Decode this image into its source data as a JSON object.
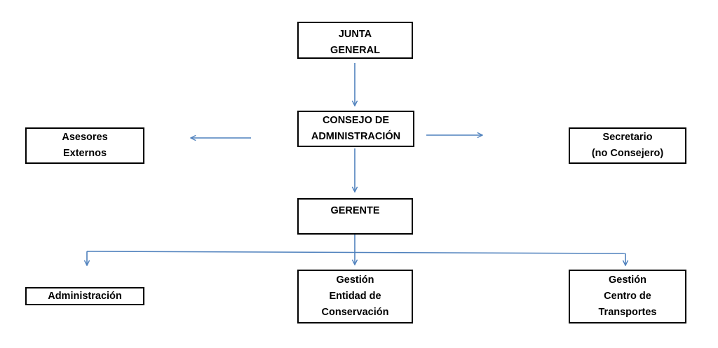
{
  "diagram": {
    "colors": {
      "arrow": "#4f81bd",
      "box_border": "#000000",
      "text": "#000000",
      "background": "#ffffff"
    },
    "nodes": {
      "junta": {
        "lines": [
          "JUNTA",
          "GENERAL"
        ]
      },
      "consejo": {
        "lines": [
          "CONSEJO DE",
          "ADMINISTRACIÓN"
        ]
      },
      "asesores": {
        "lines": [
          "Asesores",
          "Externos"
        ]
      },
      "secretario": {
        "lines": [
          "Secretario",
          "(no Consejero)"
        ]
      },
      "gerente": {
        "lines": [
          "GERENTE"
        ]
      },
      "administracion": {
        "lines": [
          "Administración"
        ]
      },
      "entidad": {
        "lines": [
          "Gestión",
          "Entidad de",
          "Conservación"
        ]
      },
      "transportes": {
        "lines": [
          "Gestión",
          "Centro de",
          "Transportes"
        ]
      }
    }
  }
}
